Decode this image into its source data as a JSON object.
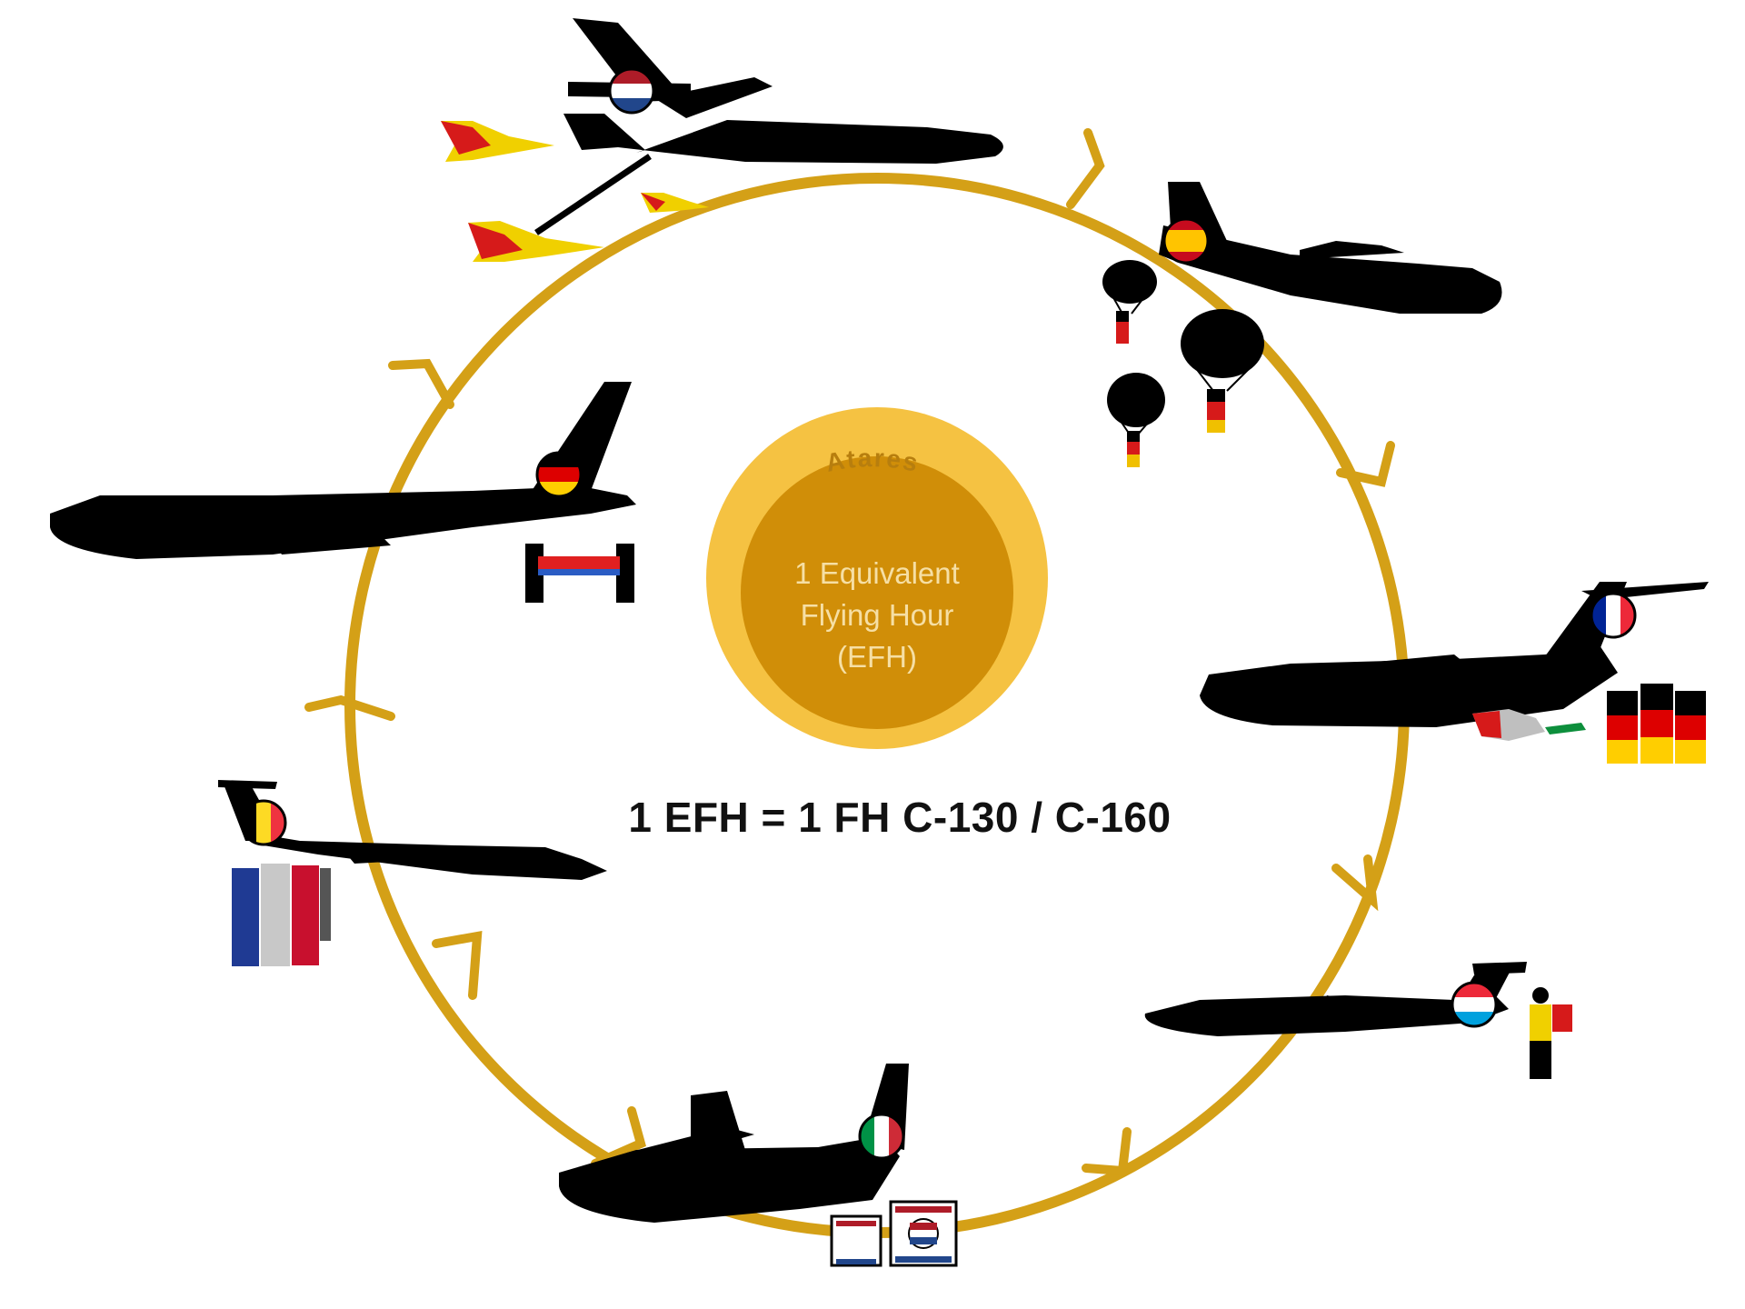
{
  "center": {
    "arc_label": "Atares",
    "line1": "1 Equivalent",
    "line2": "Flying Hour",
    "line3": "(EFH)"
  },
  "equation": "1 EFH = 1 FH C-130 / C-160",
  "colors": {
    "ring": "#d4a017",
    "outer_disc": "#f5c242",
    "inner_disc": "#d08e08",
    "arc_text": "#b77e0e",
    "center_text": "#f6dfa4",
    "silhouette": "#000000"
  },
  "aircraft": [
    {
      "name": "tanker-aircraft",
      "flag": "netherlands",
      "activity": "air-to-air refuelling"
    },
    {
      "name": "tactical-transport",
      "flag": "spain",
      "activity": "paratroopers"
    },
    {
      "name": "airbus-a400m",
      "flag": "france",
      "activity": "helicopter and troops"
    },
    {
      "name": "business-jet",
      "flag": "luxembourg",
      "activity": "soldier"
    },
    {
      "name": "c27j-transport",
      "flag": "italy",
      "activity": "cargo containers"
    },
    {
      "name": "regional-jet",
      "flag": "belgium",
      "activity": "passengers"
    },
    {
      "name": "airbus-a310",
      "flag": "germany",
      "activity": "medevac stretcher"
    }
  ]
}
